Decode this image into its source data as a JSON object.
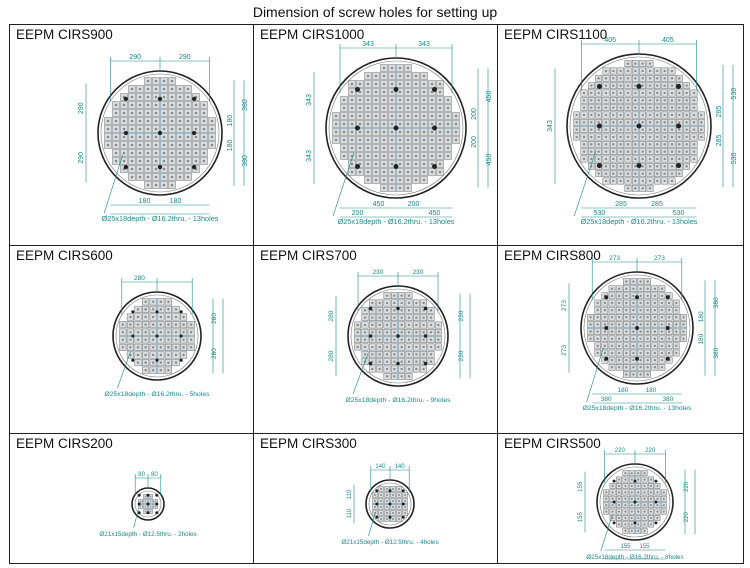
{
  "title": "Dimension of screw holes for setting up",
  "colors": {
    "dimension": "#1a8a8a",
    "outline": "#222222",
    "tile": "#d8dde0"
  },
  "plates": [
    {
      "name": "EEPM CIRS900",
      "model": "EEPM",
      "variant": "CIRS900",
      "hole_note": "Ø25x18depth - Ø16.2thru. - 13holes",
      "dims": {
        "top": [
          "290",
          "290"
        ],
        "left": [
          "290",
          "290"
        ],
        "right": [
          "380",
          "180",
          "180",
          "380"
        ],
        "bottom": [
          "180",
          "180"
        ]
      }
    },
    {
      "name": "EEPM CIRS1000",
      "model": "EEPM",
      "variant": "CIRS1000",
      "hole_note": "Ø25x18depth - Ø16.2thru. - 13holes",
      "dims": {
        "top": [
          "343",
          "343"
        ],
        "left": [
          "343",
          "343"
        ],
        "right": [
          "450",
          "200",
          "200",
          "450"
        ],
        "bottom": [
          "450",
          "200",
          "200",
          "450"
        ]
      }
    },
    {
      "name": "EEPM CIRS1100",
      "model": "EEPM",
      "variant": "CIRS1100",
      "hole_note": "Ø25x18depth - Ø16.2thru. - 13holes",
      "dims": {
        "top": [
          "405",
          "405"
        ],
        "left": [
          "343"
        ],
        "right": [
          "530",
          "285",
          "285",
          "530"
        ],
        "bottom": [
          "285",
          "285",
          "530",
          "530"
        ]
      }
    },
    {
      "name": "EEPM CIRS600",
      "model": "EEPM",
      "variant": "CIRS600",
      "hole_note": "Ø25x18depth - Ø16.2thru. - 5holes",
      "dims": {
        "top": [
          "280"
        ],
        "left": [],
        "right": [
          "280",
          "280"
        ],
        "bottom": []
      }
    },
    {
      "name": "EEPM CIRS700",
      "model": "EEPM",
      "variant": "CIRS700",
      "hole_note": "Ø25x18depth - Ø16.2thru. - 9holes",
      "dims": {
        "top": [
          "230",
          "230"
        ],
        "left": [
          "280",
          "280"
        ],
        "right": [
          "230",
          "230"
        ],
        "bottom": []
      }
    },
    {
      "name": "EEPM CIRS800",
      "model": "EEPM",
      "variant": "CIRS800",
      "hole_note": "Ø25x18depth - Ø16.2thru. - 13holes",
      "dims": {
        "top": [
          "273",
          "273"
        ],
        "left": [
          "273",
          "273"
        ],
        "right": [
          "380",
          "180",
          "180",
          "380"
        ],
        "bottom": [
          "180",
          "180",
          "380",
          "380"
        ]
      }
    },
    {
      "name": "EEPM CIRS200",
      "model": "EEPM",
      "variant": "CIRS200",
      "hole_note": "Ø21x15depth - Ø12.5thru. - 2holes",
      "dims": {
        "top": [
          "80",
          "80"
        ],
        "left": [],
        "right": [],
        "bottom": []
      }
    },
    {
      "name": "EEPM CIRS300",
      "model": "EEPM",
      "variant": "CIRS300",
      "hole_note": "Ø21x15depth - Ø12.5thru. - 4holes",
      "dims": {
        "top": [
          "140",
          "140"
        ],
        "left": [
          "110",
          "110"
        ],
        "right": [],
        "bottom": []
      }
    },
    {
      "name": "EEPM CIRS500",
      "model": "EEPM",
      "variant": "CIRS500",
      "hole_note": "Ø25x18depth - Ø16.2thru. - 8holes",
      "dims": {
        "top": [
          "220",
          "220"
        ],
        "left": [
          "155",
          "155"
        ],
        "right": [
          "220",
          "220"
        ],
        "bottom": [
          "155",
          "155"
        ]
      }
    }
  ]
}
